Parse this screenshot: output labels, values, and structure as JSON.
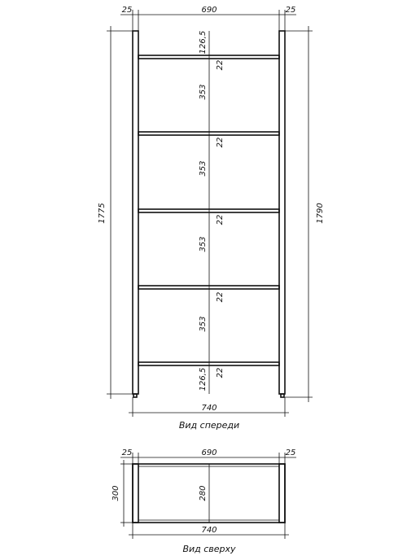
{
  "front_view": {
    "caption": "Вид спереди",
    "dims": {
      "left_post_width": "25",
      "inner_width": "690",
      "right_post_width": "25",
      "total_width": "740",
      "left_height": "1775",
      "right_height": "1790",
      "top_gap": "126,5",
      "bottom_gap": "126,5",
      "shelf_gap": "353",
      "shelf_thickness": "22"
    }
  },
  "top_view": {
    "caption": "Вид сверху",
    "dims": {
      "left_post_width": "25",
      "inner_width": "690",
      "right_post_width": "25",
      "total_width": "740",
      "depth": "300",
      "inner_depth": "280"
    }
  }
}
